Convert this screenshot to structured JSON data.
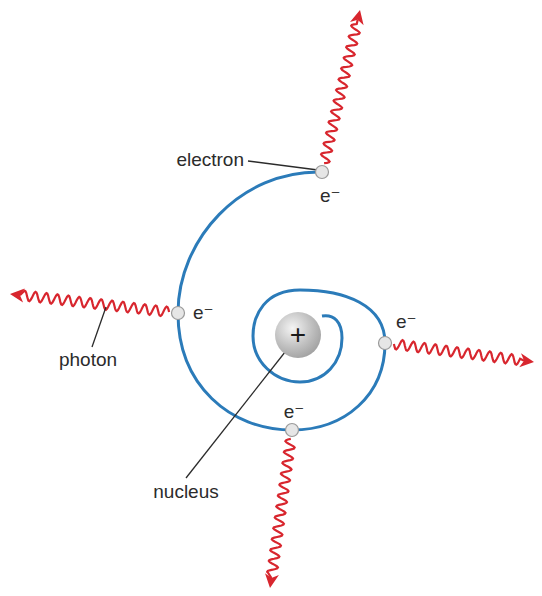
{
  "diagram": {
    "nodes": [
      {
        "text": [
          "+"
        ]
      }
    ],
    "labels": [
      "electron",
      "e⁻",
      "e⁻",
      "photon",
      "e⁻",
      "e⁻",
      "nucleus"
    ]
  }
}
